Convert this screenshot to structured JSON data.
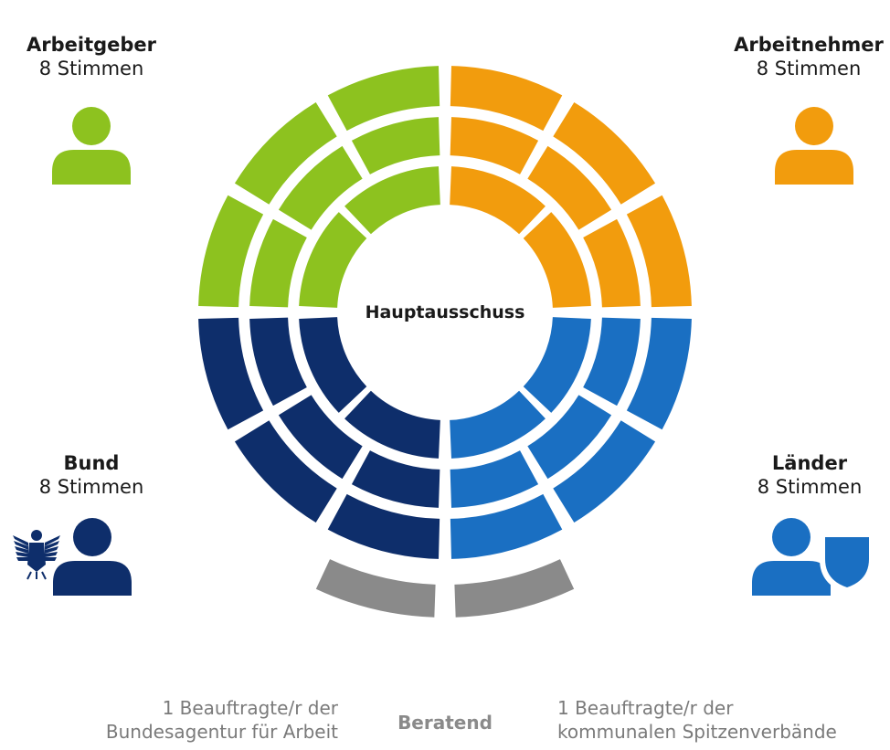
{
  "center_label": "Hauptausschuss",
  "groups": [
    {
      "key": "arbeitgeber",
      "title": "Arbeitgeber",
      "votes": "8 Stimmen",
      "color": "#8dc21f",
      "icon": "person-icon"
    },
    {
      "key": "arbeitnehmer",
      "title": "Arbeitnehmer",
      "votes": "8 Stimmen",
      "color": "#f29c0d",
      "icon": "person-icon"
    },
    {
      "key": "bund",
      "title": "Bund",
      "votes": "8 Stimmen",
      "color": "#0e2e6b",
      "icon": "person-icon",
      "extra_icon": "federal-eagle-icon"
    },
    {
      "key": "laender",
      "title": "Länder",
      "votes": "8 Stimmen",
      "color": "#1a6fc2",
      "icon": "person-icon",
      "extra_icon": "shield-icon"
    }
  ],
  "advisory": {
    "label": "Beratend",
    "color": "#8a8a8a",
    "left_text": [
      "1 Beauftragte/r der",
      "Bundesagentur für Arbeit"
    ],
    "right_text": [
      "1 Beauftragte/r der",
      "kommunalen Spitzenverbände"
    ]
  },
  "seats_per_group": 8
}
